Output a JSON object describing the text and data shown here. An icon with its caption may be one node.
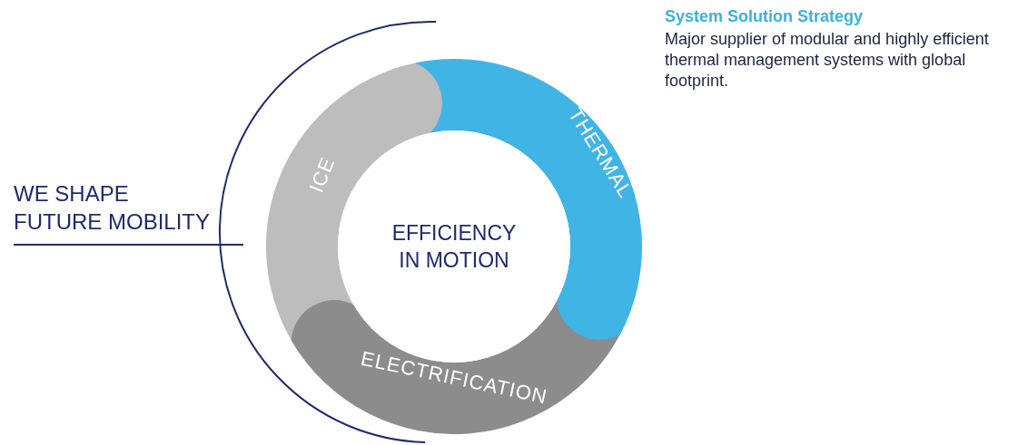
{
  "diagram": {
    "nodes": [
      {
        "text": [
          "ICE"
        ]
      },
      {
        "text": [
          "THERMAL"
        ]
      },
      {
        "text": [
          "ELECTRIFICATION"
        ]
      },
      {
        "text": [
          "EFFICIENCY IN MOTION"
        ]
      }
    ],
    "labels": [
      "WE SHAPE FUTURE MOBILITY",
      "System Solution Strategy",
      "Major supplier of modular and highly efficient thermal management systems with global footprint."
    ]
  }
}
